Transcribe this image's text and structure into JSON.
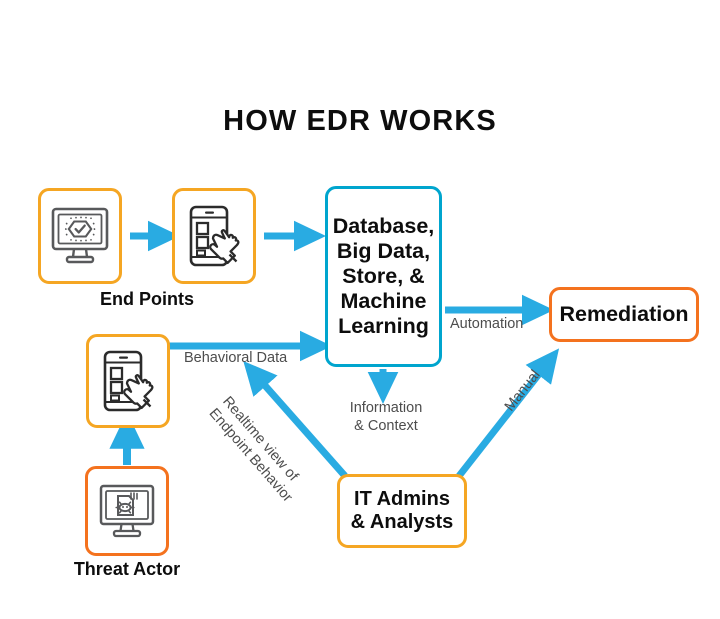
{
  "page": {
    "title": "HOW EDR WORKS",
    "background": "#ffffff"
  },
  "colors": {
    "arrow_cyan": "#29ABE2",
    "box_cyan": "#00A5CE",
    "amber": "#F5A623",
    "orange": "#F4721E",
    "icon_grey": "#58595B",
    "text_dark": "#0d0d0d",
    "label_grey": "#4d4d4d"
  },
  "nodes": {
    "endpoint_monitor": {
      "icon": "monitor-shield-check-icon",
      "border_color": "#F5A623"
    },
    "endpoint_mobile": {
      "icon": "mobile-hand-tap-icon",
      "border_color": "#F5A623"
    },
    "endpoints_caption": "End Points",
    "database": {
      "label": "Database,\nBig Data,\nStore, &\nMachine\nLearning",
      "lines": [
        "Database,",
        "Big Data,",
        "Store, &",
        "Machine",
        "Learning"
      ],
      "border_color": "#00A5CE"
    },
    "remediation": {
      "label": "Remediation",
      "border_color": "#F4721E"
    },
    "it_admins": {
      "lines": [
        "IT Admins",
        "& Analysts"
      ],
      "border_color": "#F5A623"
    },
    "compromised_mobile": {
      "icon": "mobile-hand-tap-icon",
      "border_color": "#F5A623"
    },
    "threat_actor": {
      "icon": "monitor-virus-document-icon",
      "border_color": "#F4721E",
      "caption": "Threat Actor"
    }
  },
  "edges": {
    "behavioral_data": "Behavioral Data",
    "automation": "Automation",
    "information_context": {
      "lines": [
        "Information",
        "& Context"
      ]
    },
    "realtime_view": {
      "lines": [
        "Realtime view of",
        "Endpoint Behavior"
      ]
    },
    "manual": "Manual"
  }
}
